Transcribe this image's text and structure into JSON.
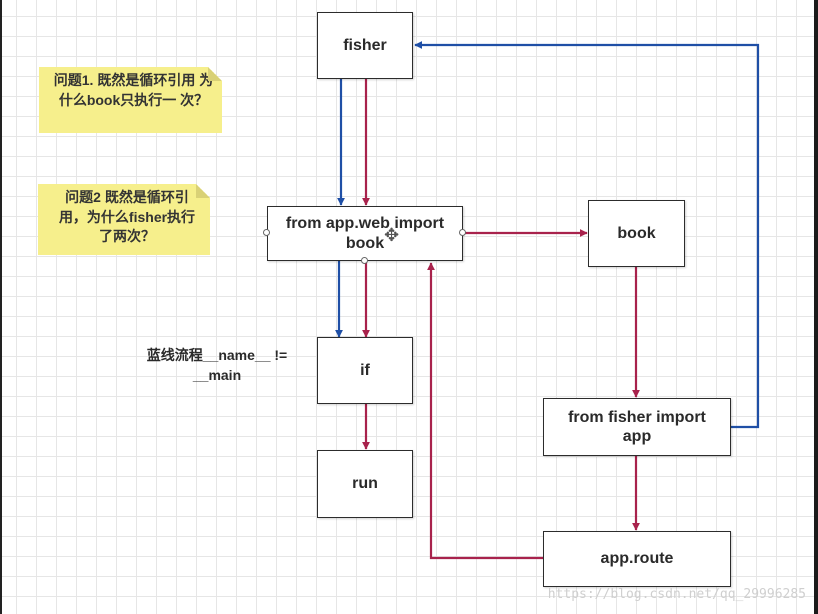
{
  "colors": {
    "blue_flow": "#1f4fa6",
    "red_flow": "#a8224c",
    "note_yellow": "#f6ef8c"
  },
  "nodes": {
    "fisher": "fisher",
    "import_book_line1": "from app.web import",
    "import_book_line2": "book",
    "book": "book",
    "if": "if",
    "run": "run",
    "import_app_line1": "from fisher import",
    "import_app_line2": "app",
    "app_route": "app.route"
  },
  "notes": {
    "question1_line1": "问题1. 既然是循环引用",
    "question1_line2": "为什么book只执行一",
    "question1_line3": "次？",
    "question2_line1": "问题2 既然是循环引",
    "question2_line2": "用，为什么fisher执行",
    "question2_line3": "了两次？"
  },
  "caption": {
    "line1": "蓝线流程__name__ !=",
    "line2": "__main"
  },
  "watermark": "https://blog.csdn.net/qq_29996285"
}
